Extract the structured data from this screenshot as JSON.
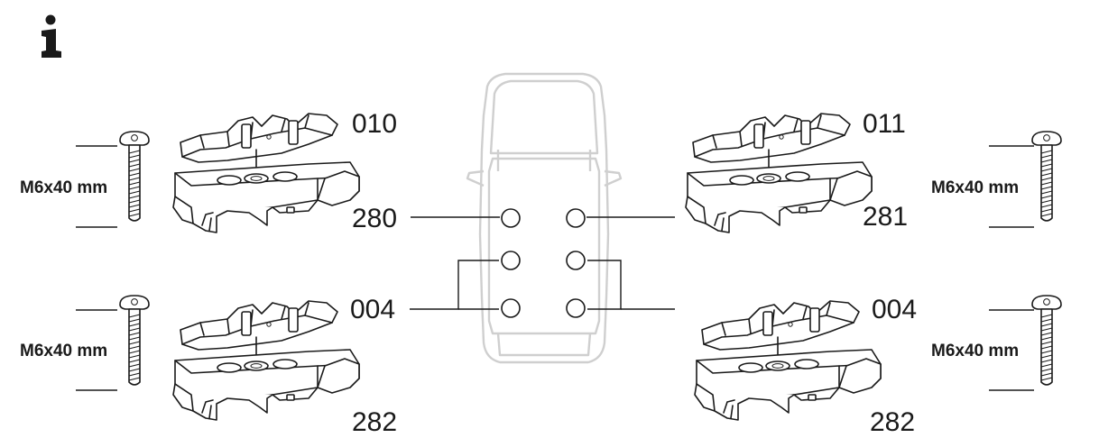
{
  "info_icon": "info-icon",
  "parts": {
    "front_left_pad": "010",
    "front_right_pad": "011",
    "rear_pads": "004",
    "front_left_foot": "280",
    "front_right_foot": "281",
    "rear_foot": "282"
  },
  "bolt": {
    "label": "M6x40 mm"
  },
  "car": {
    "outline_color": "#cfcfcf",
    "mount_points": 6
  }
}
